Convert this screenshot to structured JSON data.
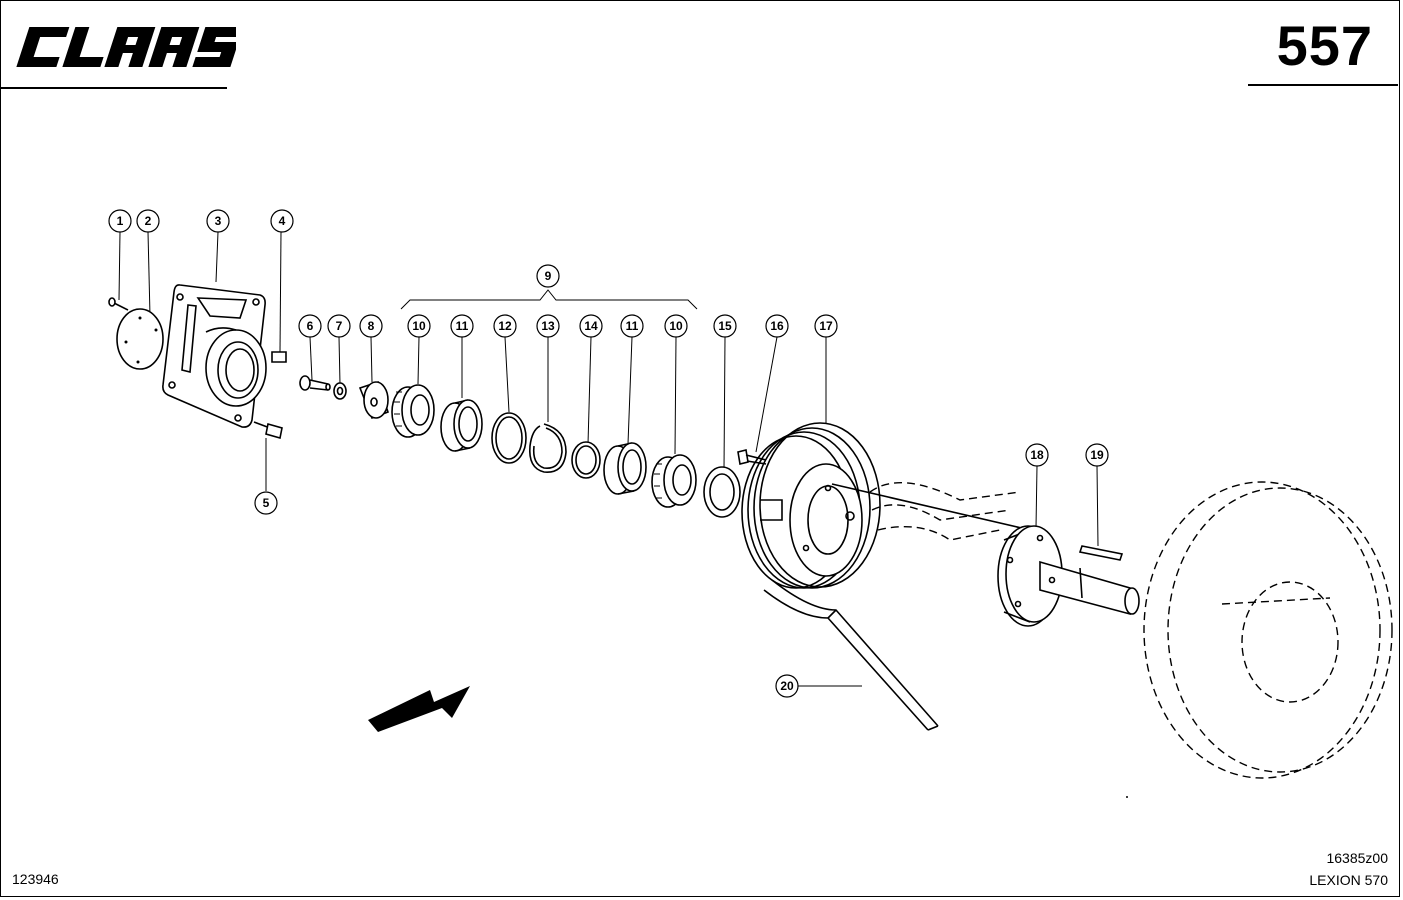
{
  "header": {
    "brand": "CLAAS",
    "page_number": "557"
  },
  "footer": {
    "part_id": "123946",
    "drawing_id": "16385z00",
    "model": "LEXION 570"
  },
  "callouts": {
    "c1": "1",
    "c2": "2",
    "c3": "3",
    "c4": "4",
    "c5": "5",
    "c6": "6",
    "c7": "7",
    "c8": "8",
    "c9": "9",
    "c10a": "10",
    "c11a": "11",
    "c12": "12",
    "c13": "13",
    "c14": "14",
    "c11b": "11",
    "c10b": "10",
    "c15": "15",
    "c16": "16",
    "c17": "17",
    "c18": "18",
    "c19": "19",
    "c20": "20"
  },
  "colors": {
    "ink": "#000000",
    "paper": "#ffffff"
  }
}
